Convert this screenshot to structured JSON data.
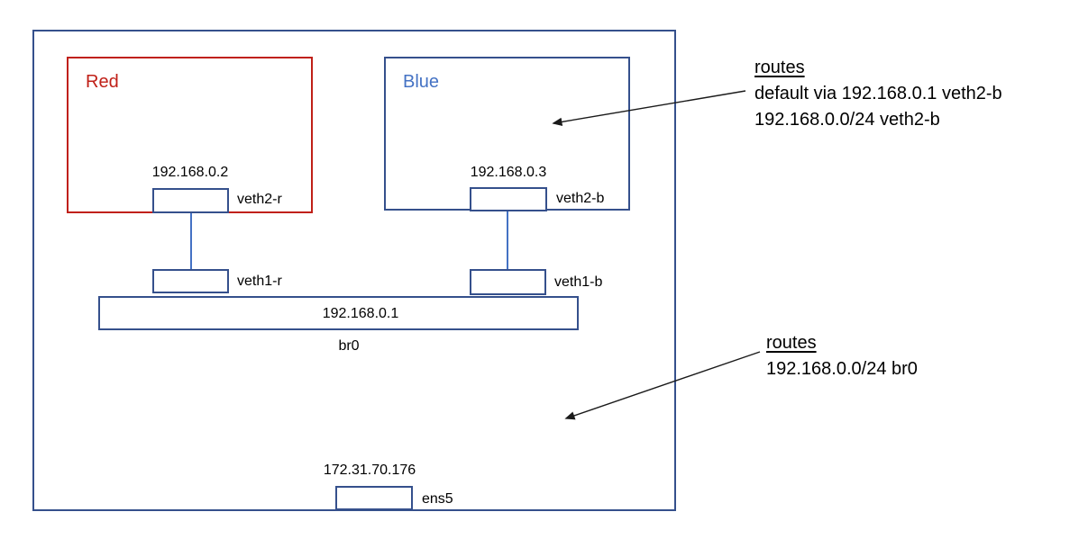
{
  "colors": {
    "frame_blue": "#35508C",
    "red": "#C02018",
    "blue_label": "#4472C4",
    "connector_blue": "#4472C4",
    "arrow_black": "#1A1A1A"
  },
  "host": {
    "bridge": {
      "name": "br0",
      "ip": "192.168.0.1"
    },
    "uplink": {
      "name": "ens5",
      "ip": "172.31.70.176"
    },
    "routes": {
      "title": "routes",
      "lines": [
        "192.168.0.0/24 br0"
      ]
    }
  },
  "namespaces": {
    "red": {
      "label": "Red",
      "iface": {
        "name": "veth2-r",
        "ip": "192.168.0.2"
      },
      "peer": {
        "name": "veth1-r"
      }
    },
    "blue": {
      "label": "Blue",
      "iface": {
        "name": "veth2-b",
        "ip": "192.168.0.3"
      },
      "peer": {
        "name": "veth1-b"
      },
      "routes": {
        "title": "routes",
        "lines": [
          "default via 192.168.0.1 veth2-b",
          "192.168.0.0/24 veth2-b"
        ]
      }
    }
  }
}
